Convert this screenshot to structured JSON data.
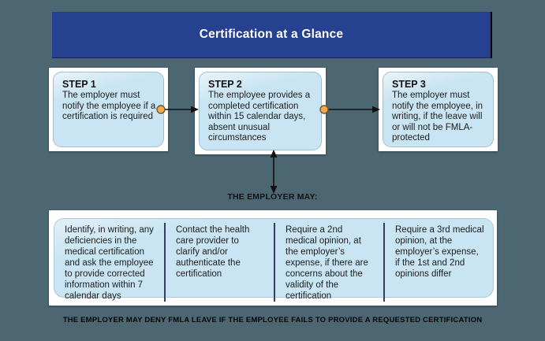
{
  "colors": {
    "background": "#4C6672",
    "header_bg": "#26418F",
    "header_text": "#FFFFFF",
    "panel_backing": "#FFFFFF",
    "box_fill": "#C9E5F3",
    "box_border": "#A2BFCE",
    "divider": "#35405C",
    "arrow": "#111111",
    "connector_dot_fill": "#F3A950",
    "connector_dot_border": "#6B5B2D",
    "text": "#1A1A1A"
  },
  "header": {
    "title": "Certification at a Glance"
  },
  "steps": [
    {
      "title": "STEP 1",
      "body": "The employer must notify the employee if a certification is required"
    },
    {
      "title": "STEP 2",
      "body": "The employee provides a completed certification within 15 calendar days, absent unusual circumstances"
    },
    {
      "title": "STEP 3",
      "body": "The employer must notify the employee, in writing, if the leave will or will not be FMLA-protected"
    }
  ],
  "employer_options": {
    "label": "THE EMPLOYER MAY:",
    "items": [
      {
        "text": "Identify, in writing, any deficiencies in the medical certification and ask the employee to provide corrected information within 7 calendar days"
      },
      {
        "text": "Contact the health care provider to clarify and/or authenticate the certification"
      },
      {
        "text": "Require a 2nd medical opinion, at the employer’s expense, if there are concerns about the validity of the certification"
      },
      {
        "text": "Require a 3rd medical opinion, at the employer’s expense, if the 1st and 2nd opinions differ"
      }
    ]
  },
  "footnote": "THE EMPLOYER MAY DENY FMLA LEAVE IF THE EMPLOYEE FAILS TO PROVIDE A REQUESTED CERTIFICATION"
}
